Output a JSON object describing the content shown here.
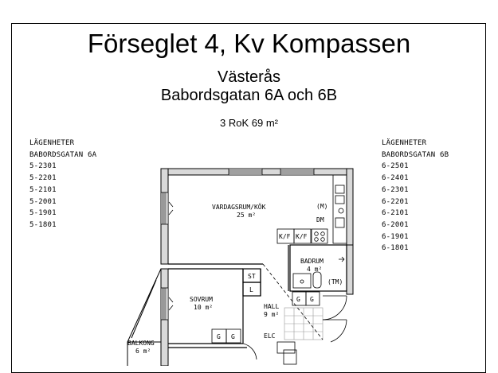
{
  "header": {
    "title": "Förseglet 4, Kv Kompassen",
    "city": "Västerås",
    "street": "Babordsgatan 6A och 6B",
    "size": "3 RoK 69 m²"
  },
  "left_list": {
    "heading1": "LÄGENHETER",
    "heading2": "BABORDSGATAN 6A",
    "items": [
      "5-2301",
      "5-2201",
      "5-2101",
      "5-2001",
      "5-1901",
      "5-1801"
    ]
  },
  "right_list": {
    "heading1": "LÄGENHETER",
    "heading2": "BABORDSGATAN 6B",
    "items": [
      "6-2501",
      "6-2401",
      "6-2301",
      "6-2201",
      "6-2101",
      "6-2001",
      "6-1901",
      "6-1801"
    ]
  },
  "plan": {
    "living_name": "VARDAGSRUM/KÖK",
    "living_area": "25 m²",
    "m_label": "(M)",
    "dm_label": "DM",
    "kf1": "K/F",
    "kf2": "K/F",
    "bath_name": "BADRUM",
    "bath_area": "4 m²",
    "tm_label": "(TM)",
    "bed_name": "SOVRUM",
    "bed_area": "10 m²",
    "st_label": "ST",
    "l_label": "L",
    "hall_name": "HALL",
    "hall_area": "9 m²",
    "g1": "G",
    "g2": "G",
    "g3": "G",
    "g4": "G",
    "elc_label": "ELC",
    "balcony_name": "BALKONG",
    "balcony_area": "6 m²"
  }
}
